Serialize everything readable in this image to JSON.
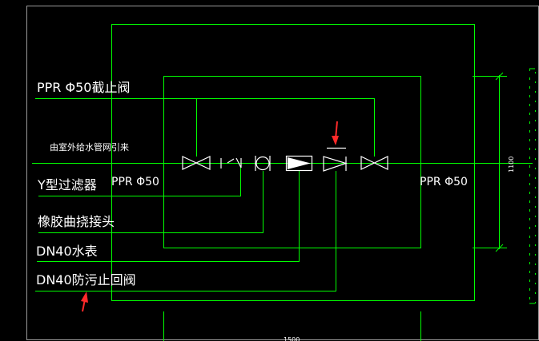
{
  "labels": {
    "shutoff_valve": "PPR Φ50截止阀",
    "source": "由室外给水管网引来",
    "y_strainer": "Y型过滤器",
    "rubber_joint": "橡胶曲挠接头",
    "water_meter": "DN40水表",
    "backflow_valve": "DN40防污止回阀",
    "pipe_left": "PPR Φ50",
    "pipe_right": "PPR Φ50"
  },
  "dimensions": {
    "height_dim": "1100",
    "width_dim": "1500"
  },
  "colors": {
    "background": "#000000",
    "line": "#00ff00",
    "text": "#ffffff",
    "marker": "#ff2a2a",
    "border": "#9a9a9a"
  }
}
